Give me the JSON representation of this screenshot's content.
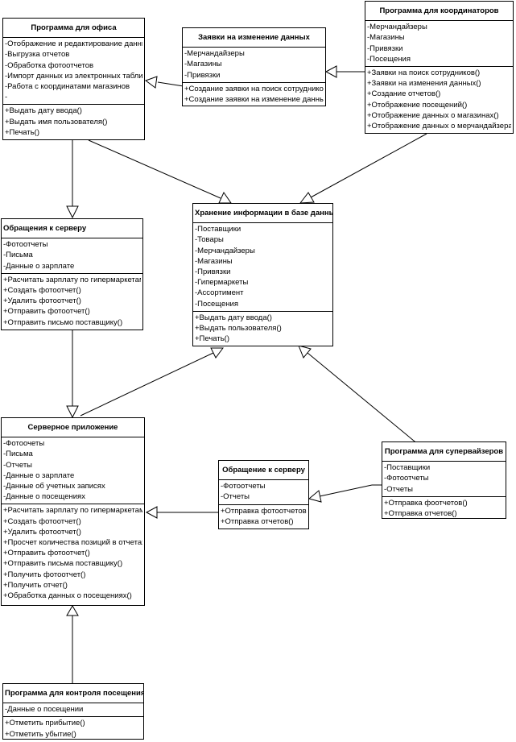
{
  "classes": [
    {
      "id": "office",
      "title": "Программа для офиса",
      "attributes": [
        "-Отображение и редактирование данных",
        "-Выгрузка отчетов",
        "-Обработка фотоотчетов",
        "-Импорт данных из электронных таблиц",
        "-Работа с координатами магазинов",
        "-"
      ],
      "methods": [
        "+Выдать дату ввода()",
        "+Выдать имя пользователя()",
        "+Печать()"
      ]
    },
    {
      "id": "requests",
      "title": "Заявки на изменение данных",
      "attributes": [
        "-Мерчандайзеры",
        "-Магазины",
        "-Привязки"
      ],
      "methods": [
        "+Создание заявки на поиск сотрудников()",
        "+Создание заявки на изменение данных()"
      ]
    },
    {
      "id": "coordinators",
      "title": "Программа для координаторов",
      "attributes": [
        "-Мерчандайзеры",
        "-Магазины",
        "-Привязки",
        "-Посещения"
      ],
      "methods": [
        "+Заявки на поиск сотрудников()",
        "+Заявки на изменения данных()",
        "+Создание отчетов()",
        "+Отображение посещений()",
        "+Отображение данных о магазинах()",
        "+Отображение данных о мерчандайзерах()"
      ]
    },
    {
      "id": "server-access-1",
      "title": "Обращения к серверу",
      "attributes": [
        "-Фотоотчеты",
        "-Письма",
        "-Данные о зарплате"
      ],
      "methods": [
        "+Расчитать зарплату по гипермаркетам()",
        "+Создать фотоотчет()",
        "+Удалить фотоотчет()",
        "+Отправить фотоотчет()",
        "+Отправить письмо поставщику()"
      ]
    },
    {
      "id": "db-storage",
      "title": "Хранение информации в базе данных",
      "attributes": [
        "-Поставщики",
        "-Товары",
        "-Мерчандайзеры",
        "-Магазины",
        "-Привязки",
        "-Гипермаркеты",
        "-Ассортимент",
        "-Посещения"
      ],
      "methods": [
        "+Выдать дату ввода()",
        "+Выдать пользователя()",
        "+Печать()"
      ]
    },
    {
      "id": "server-app",
      "title": "Серверное приложение",
      "attributes": [
        "-Фотоочеты",
        "-Письма",
        "-Отчеты",
        "-Данные о зарплате",
        "-Данные об учетных записях",
        "-Данные о посещениях"
      ],
      "methods": [
        "+Расчитать зарплату по гипермаркетам()",
        "+Создать фотоотчет()",
        "+Удалить фотоотчет()",
        "+Просчет количества позиций в отчетах()",
        "+Отправить фотоотчет()",
        "+Отправить письма поставщику()",
        "+Получить фотоотчет()",
        "+Получить отчет()",
        "+Обработка данных о посещениях()"
      ]
    },
    {
      "id": "server-access-2",
      "title": "Обращение к серверу",
      "attributes": [
        "-Фотоотчеты",
        "-Отчеты"
      ],
      "methods": [
        "+Отправка фотоотчетов()",
        "+Отправка отчетов()"
      ]
    },
    {
      "id": "supervisors",
      "title": "Программа для супервайзеров",
      "attributes": [
        "-Поставщики",
        "-Фотоотчеты",
        "-Отчеты"
      ],
      "methods": [
        "+Отправка фоотчетов()",
        "+Отправка отчетов()"
      ]
    },
    {
      "id": "attendance",
      "title": "Программа для контроля посещения",
      "attributes": [
        "-Данные о посещении"
      ],
      "methods": [
        "+Отметить прибытие()",
        "+Отметить убытие()"
      ]
    }
  ]
}
